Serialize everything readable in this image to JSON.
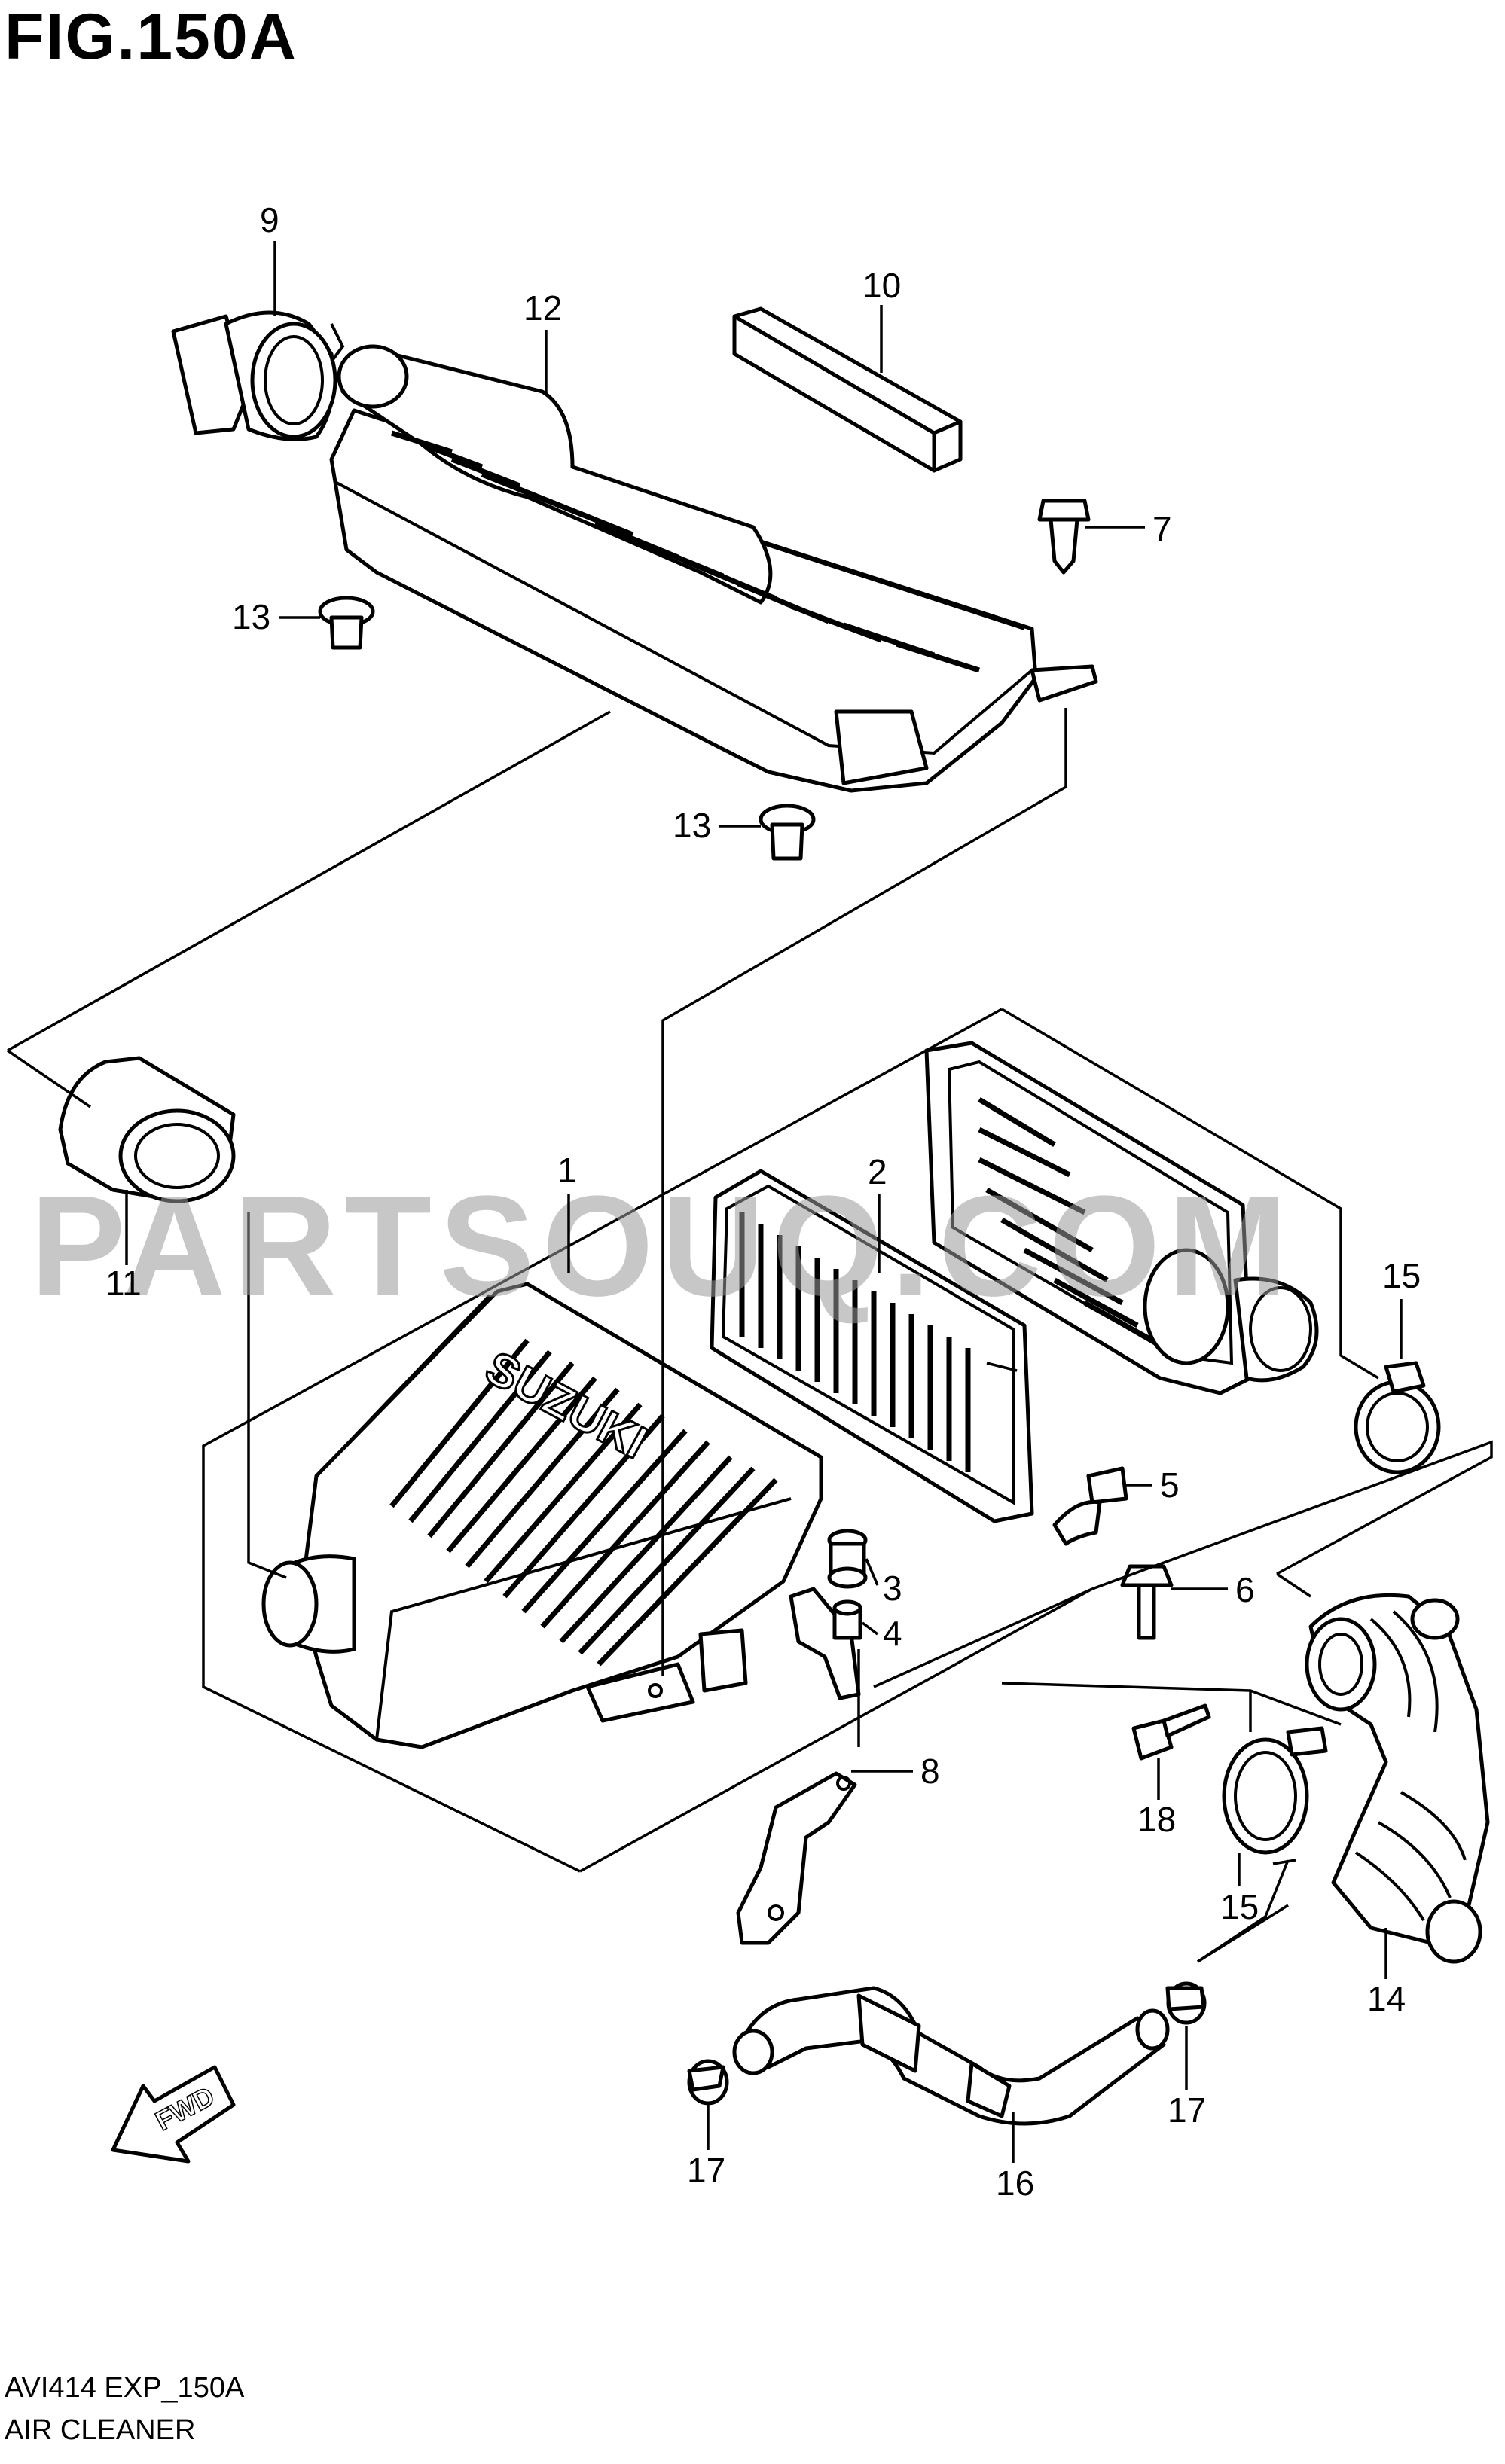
{
  "figure": {
    "title": "FIG.150A",
    "code": "AVI414 EXP_150A",
    "name": "AIR CLEANER"
  },
  "watermark": "PARTSOUQ.COM",
  "fwd_label": "FWD",
  "brand_mark": "SUZUKI",
  "callouts": {
    "p1": "1",
    "p2": "2",
    "p3": "3",
    "p4": "4",
    "p5": "5",
    "p6": "6",
    "p7": "7",
    "p8": "8",
    "p9": "9",
    "p10": "10",
    "p11": "11",
    "p12": "12",
    "p13a": "13",
    "p13b": "13",
    "p14": "14",
    "p15a": "15",
    "p15b": "15",
    "p16": "16",
    "p17a": "17",
    "p17b": "17",
    "p18": "18"
  },
  "colors": {
    "line": "#000000",
    "background": "#ffffff",
    "watermark": "#9a9a9a"
  }
}
